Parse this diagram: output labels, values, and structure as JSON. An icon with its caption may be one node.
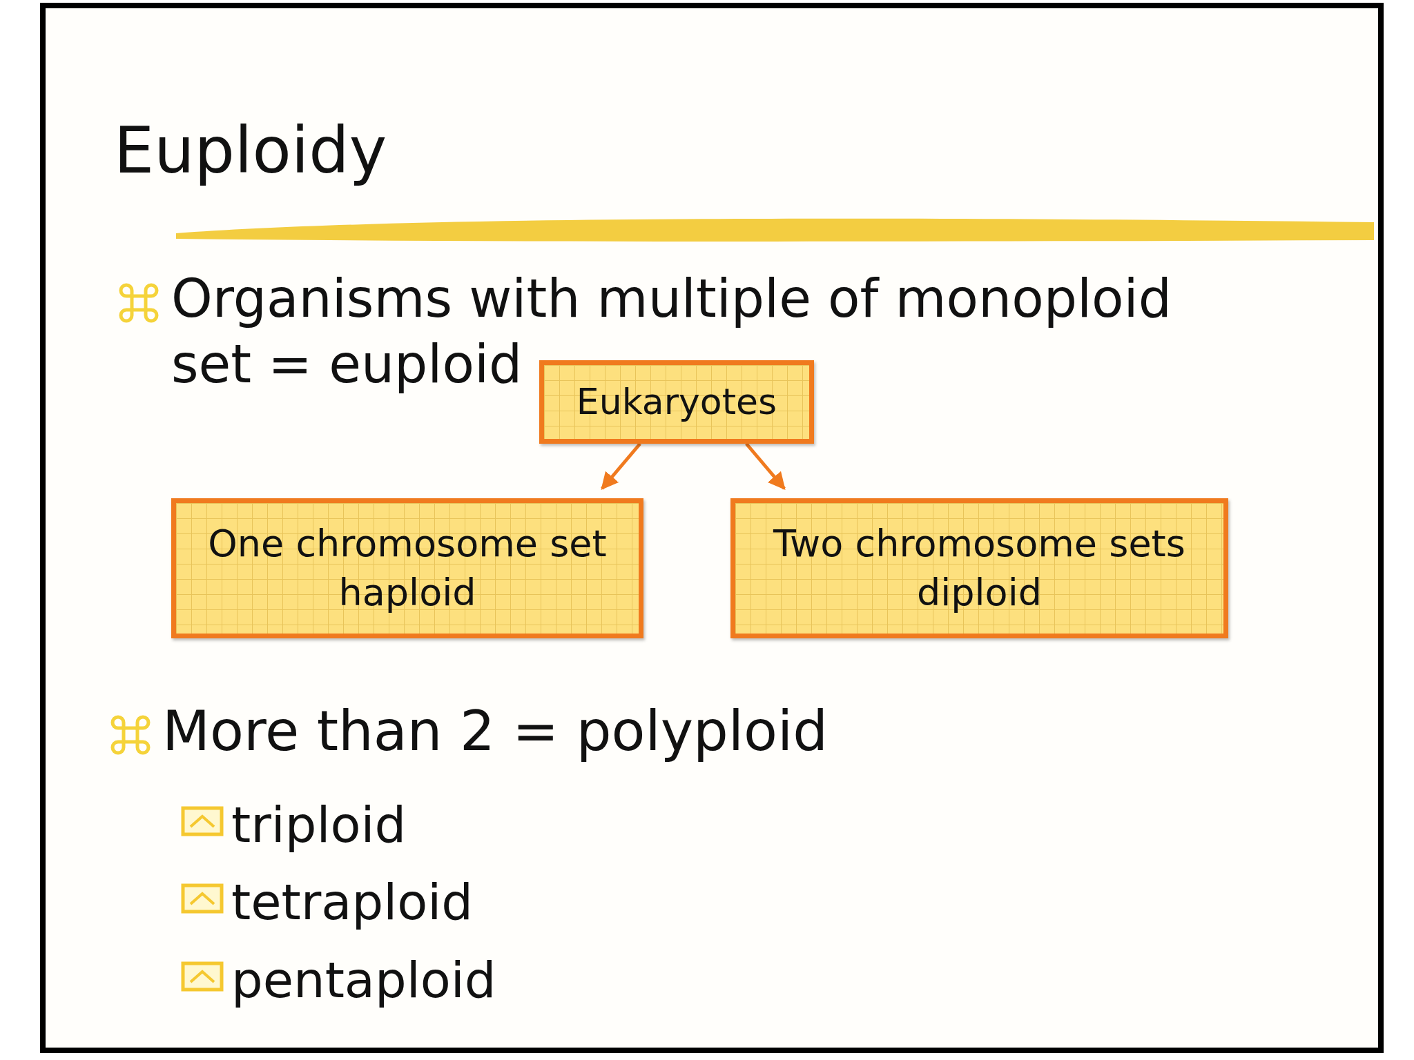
{
  "diagram": {
    "title": "Euploidy",
    "nodes": [
      {
        "text": [
          "Eukaryotes"
        ]
      },
      {
        "text": [
          "One chromosome set",
          "haploid"
        ]
      },
      {
        "text": [
          "Two chromosome sets",
          "diploid"
        ]
      }
    ],
    "edges": [
      {
        "from": 0,
        "to": 1,
        "arrow": "to"
      },
      {
        "from": 0,
        "to": 2,
        "arrow": "to"
      }
    ],
    "labels": [
      "Organisms with multiple of monoploid set = euploid",
      "More than 2 = polyploid",
      "triploid",
      "tetraploid",
      "pentaploid"
    ]
  }
}
